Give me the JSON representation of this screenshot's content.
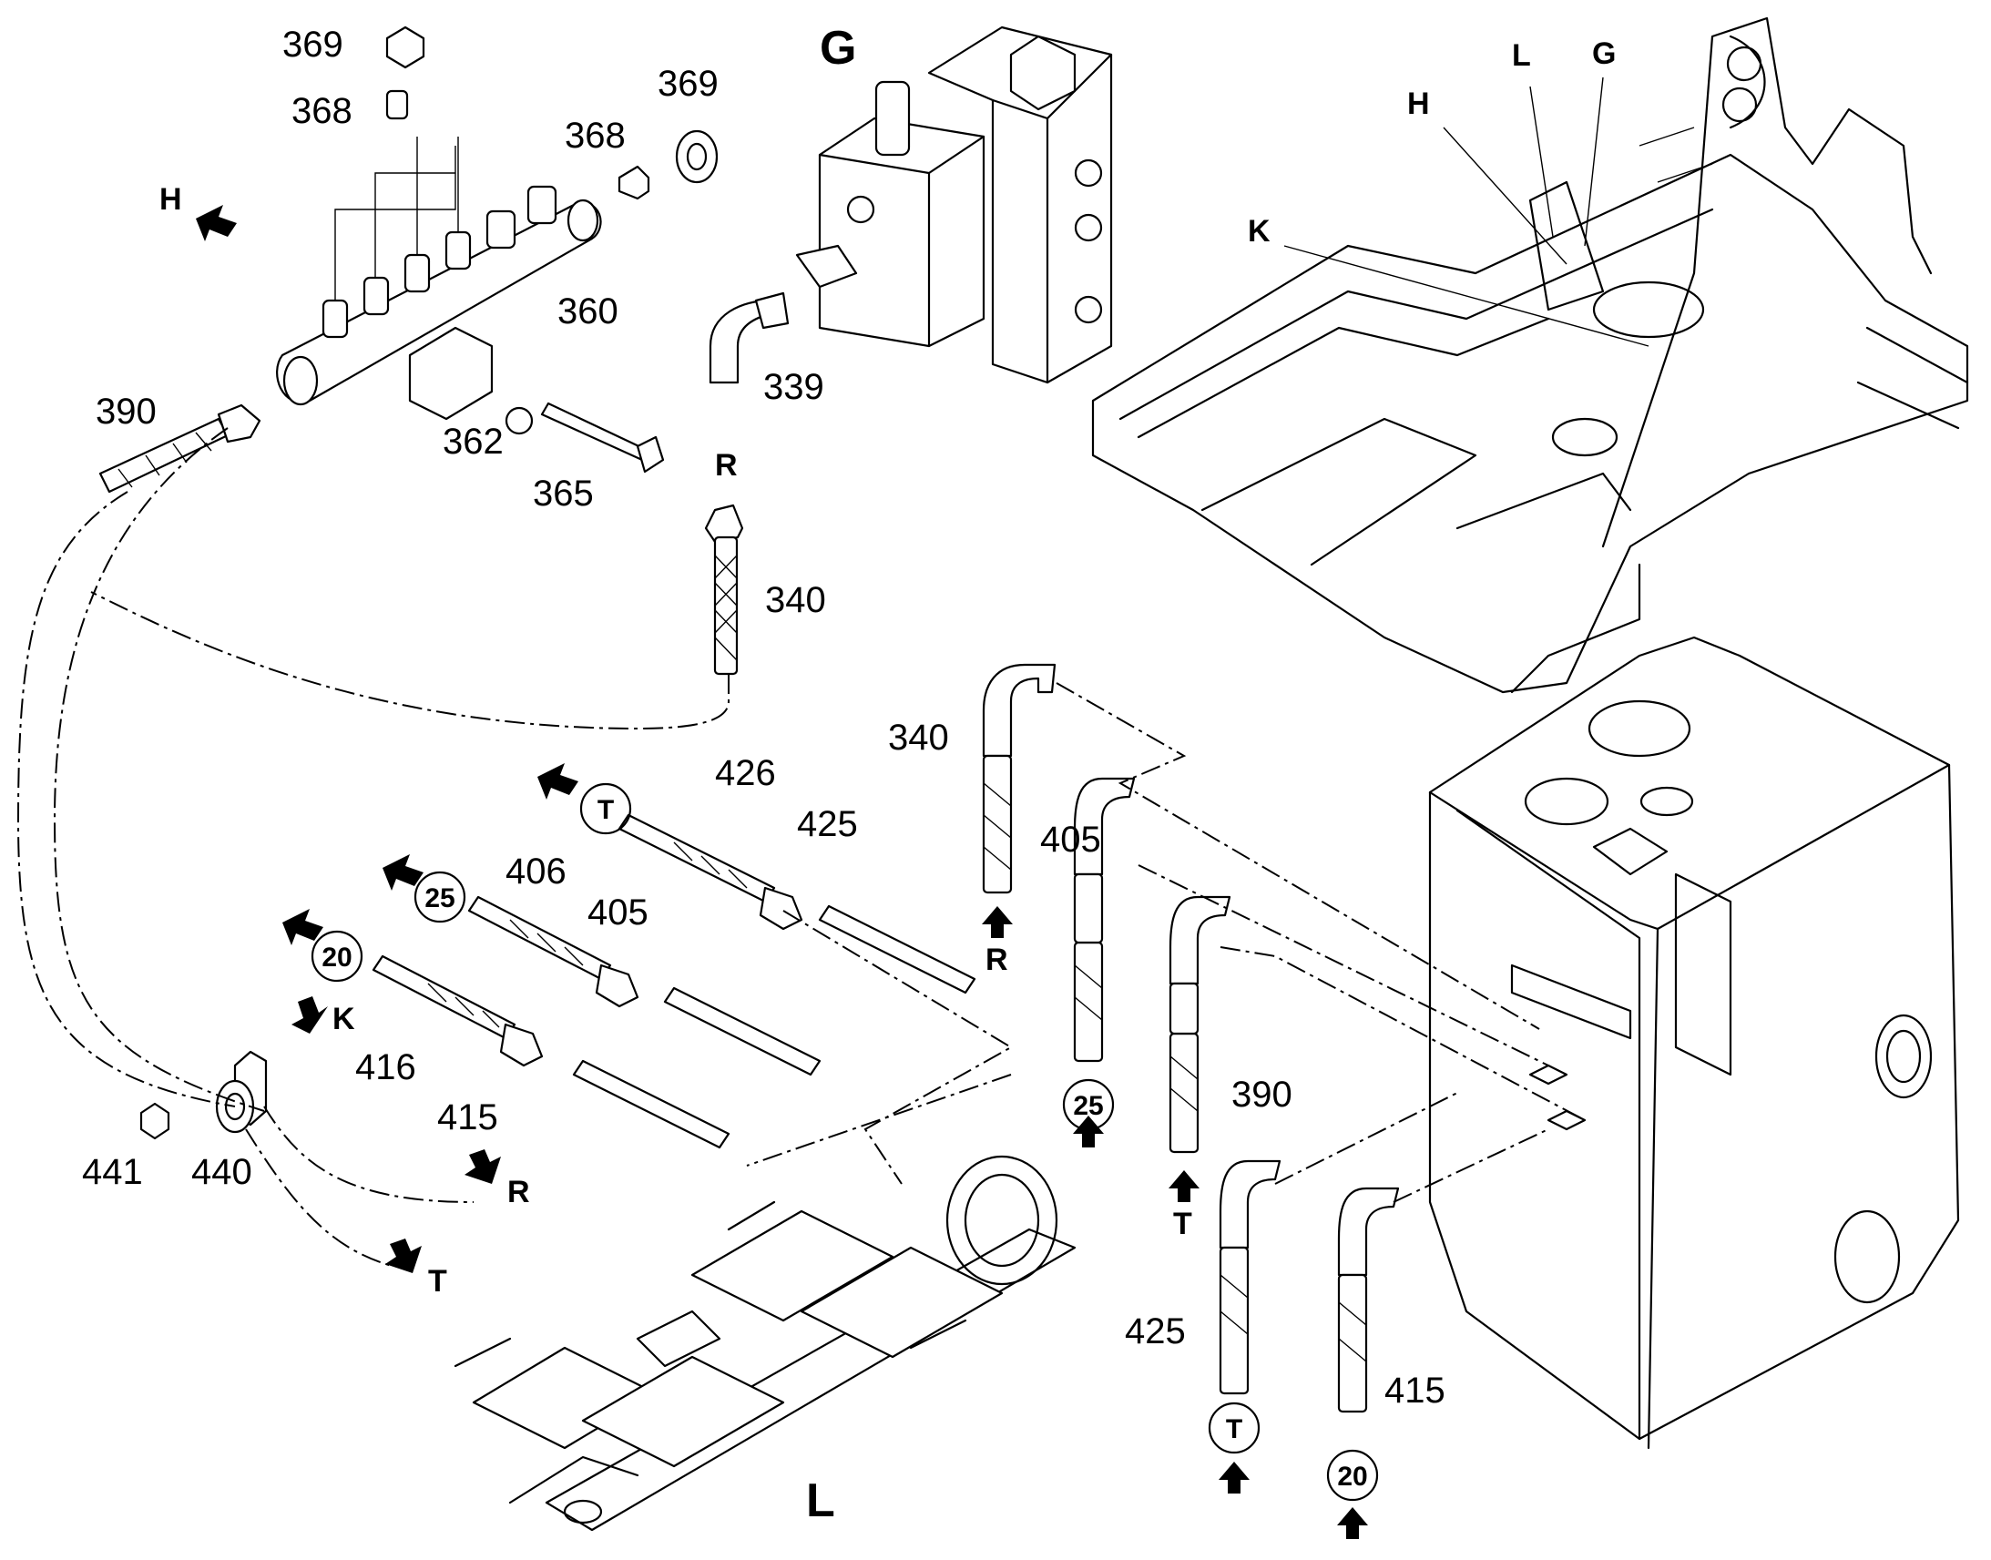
{
  "labels": {
    "l369a": "369",
    "l368a": "368",
    "l369b": "369",
    "l368b": "368",
    "l360": "360",
    "l362": "362",
    "l365": "365",
    "l390a": "390",
    "l339": "339",
    "l340a": "340",
    "l340b": "340",
    "l405a": "405",
    "l405b": "405",
    "l406": "406",
    "l426": "426",
    "l425a": "425",
    "l425b": "425",
    "l416": "416",
    "l415a": "415",
    "l415b": "415",
    "l390b": "390",
    "l441": "441",
    "l440": "440"
  },
  "letters": {
    "G1": "G",
    "G2": "G",
    "H1": "H",
    "H2": "H",
    "L1": "L",
    "L2": "L",
    "K1": "K",
    "K2": "K",
    "R1": "R",
    "R2": "R",
    "R3": "R",
    "T1": "T",
    "T2": "T"
  },
  "circled": {
    "c_T1": "T",
    "c_25a": "25",
    "c_20a": "20",
    "c_25b": "25",
    "c_T2": "T",
    "c_20b": "20"
  },
  "colors": {
    "line": "#000000",
    "background": "#ffffff"
  }
}
